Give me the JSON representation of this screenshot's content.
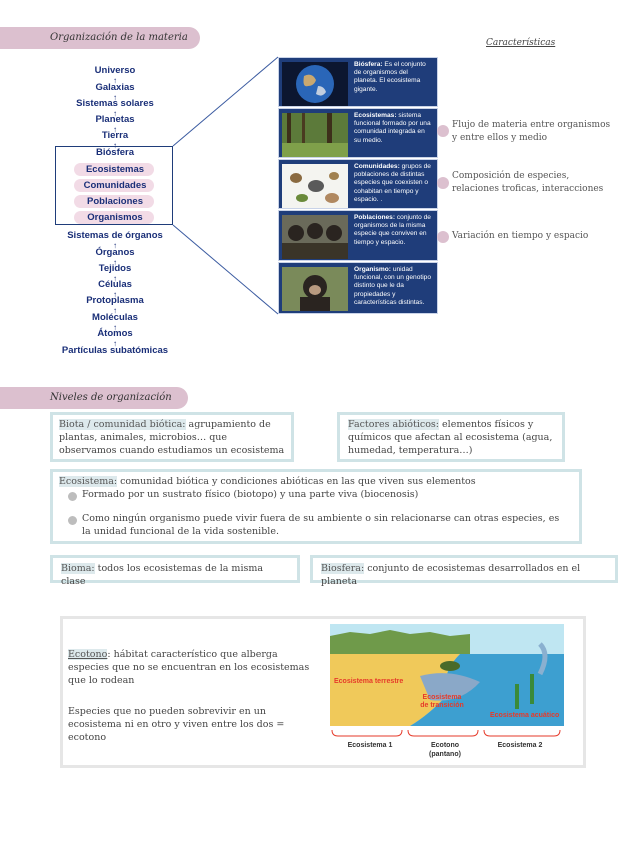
{
  "section1": {
    "title": "Organización de la materia",
    "caracteristicas": "Características",
    "hierarchy": [
      "Universo",
      "Galaxias",
      "Sistemas solares",
      "Planetas",
      "Tierra",
      "Biósfera",
      "Ecosistemas",
      "Comunidades",
      "Poblaciones",
      "Organismos",
      "Sistemas de órganos",
      "Órganos",
      "Tejidos",
      "Células",
      "Protoplasma",
      "Moléculas",
      "Átomos",
      "Partículas subatómicas"
    ],
    "cards": [
      {
        "term": "Biósfera:",
        "text": " Es el conjunto de organismos del planeta. El ecosistema gigante.",
        "icon": "earth-image"
      },
      {
        "term": "Ecosistemas:",
        "text": " sistema funcional formado por una comunidad integrada en su medio.",
        "icon": "forest-image"
      },
      {
        "term": "Comunidades:",
        "text": " grupos de poblaciones de distintas especies que coexisten o cohabitan en tiempo y espacio. .",
        "icon": "animals-image"
      },
      {
        "term": "Poblaciones:",
        "text": " conjunto de organismos de la misma especie que conviven en tiempo y espacio.",
        "icon": "chimpanzees-image"
      },
      {
        "term": "Organismo:",
        "text": " unidad funcional, con un genotipo distinto que le da propiedades y características distintas.",
        "icon": "chimpanzee-image"
      }
    ],
    "notes": [
      "Flujo de materia entre organismos y entre ellos y medio",
      "Composición de especies, relaciones troficas, interacciones",
      "Variación en tiempo y espacio"
    ]
  },
  "section2": {
    "title": "Niveles de organización",
    "biota_term": "Biota / comunidad biótica:",
    "biota_text": " agrupamiento de plantas, animales, microbios… que observamos cuando estudiamos un ecosistema",
    "abioticos_term": "Factores abióticos:",
    "abioticos_text": " elementos físicos y químicos que afectan al ecosistema (agua, humedad, temperatura…)",
    "ecosistema_term": "Ecosistema:",
    "ecosistema_text": " comunidad biótica y condiciones abióticas en las que viven sus elementos",
    "ecosistema_bullets": [
      "Formado por un sustrato físico (biotopo) y una parte viva (biocenosis)",
      "Como ningún organismo puede vivir fuera de su ambiente o sin relacionarse can otras especies, es la unidad funcional de la vida sostenible."
    ],
    "bioma_term": "Bioma:",
    "bioma_text": " todos los ecosistemas de la misma clase",
    "biosfera_term": "Biosfera:",
    "biosfera_text": " conjunto de ecosistemas desarrollados en el planeta",
    "ecotono_term": "Ecotono",
    "ecotono_text": ": hábitat característico que alberga especies que no se encuentran en los ecosistemas que lo rodean",
    "ecotono_text2": "Especies que no pueden sobrevivir en un ecosistema ni en otro y viven entre los dos = ecotono",
    "diagram": {
      "terrestre": "Ecosistema terrestre",
      "transicion": "Ecosistema de transición",
      "acuatico": "Ecosistema acuático",
      "eco1": "Ecosistema 1",
      "ecotono": "Ecotono",
      "pantano": "(pantano)",
      "eco2": "Ecosistema 2"
    }
  }
}
